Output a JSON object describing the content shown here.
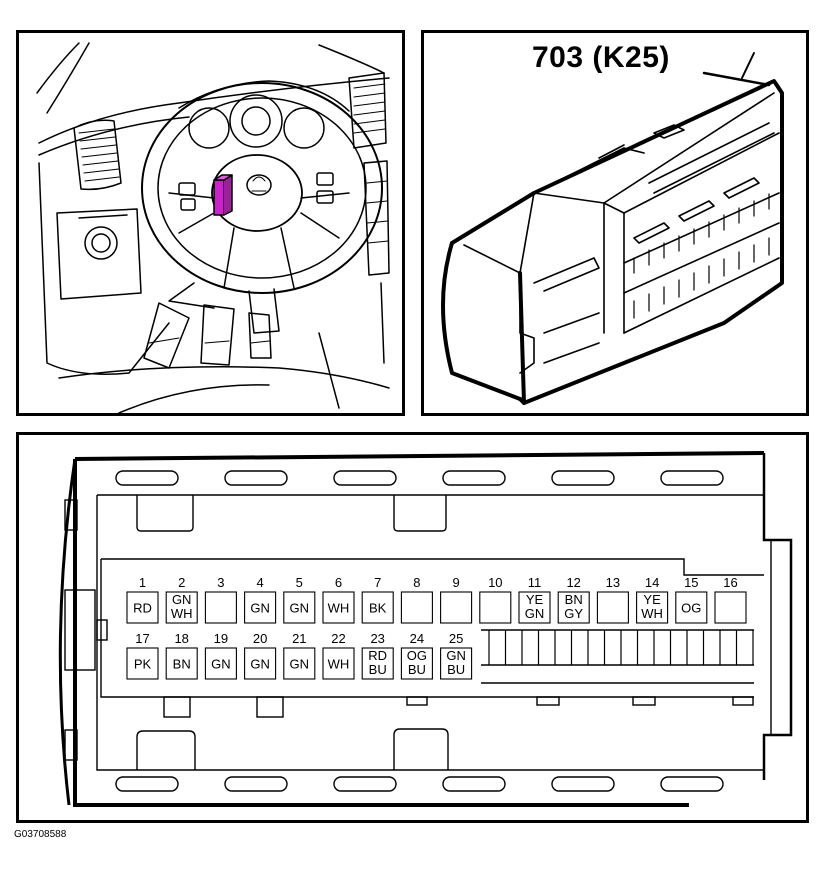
{
  "callout": {
    "label": "703 (K25)"
  },
  "figure_code": "G03708588",
  "dashboard": {
    "highlight_color": "#cc22cc"
  },
  "connector": {
    "row1": [
      {
        "pin": "1",
        "lines": [
          "RD"
        ]
      },
      {
        "pin": "2",
        "lines": [
          "GN",
          "WH"
        ]
      },
      {
        "pin": "3",
        "lines": []
      },
      {
        "pin": "4",
        "lines": [
          "GN"
        ]
      },
      {
        "pin": "5",
        "lines": [
          "GN"
        ]
      },
      {
        "pin": "6",
        "lines": [
          "WH"
        ]
      },
      {
        "pin": "7",
        "lines": [
          "BK"
        ]
      },
      {
        "pin": "8",
        "lines": []
      },
      {
        "pin": "9",
        "lines": []
      },
      {
        "pin": "10",
        "lines": []
      },
      {
        "pin": "11",
        "lines": [
          "YE",
          "GN"
        ]
      },
      {
        "pin": "12",
        "lines": [
          "BN",
          "GY"
        ]
      },
      {
        "pin": "13",
        "lines": []
      },
      {
        "pin": "14",
        "lines": [
          "YE",
          "WH"
        ]
      },
      {
        "pin": "15",
        "lines": [
          "OG"
        ]
      },
      {
        "pin": "16",
        "lines": []
      }
    ],
    "row2": [
      {
        "pin": "17",
        "lines": [
          "PK"
        ]
      },
      {
        "pin": "18",
        "lines": [
          "BN"
        ]
      },
      {
        "pin": "19",
        "lines": [
          "GN"
        ]
      },
      {
        "pin": "20",
        "lines": [
          "GN"
        ]
      },
      {
        "pin": "21",
        "lines": [
          "GN"
        ]
      },
      {
        "pin": "22",
        "lines": [
          "WH"
        ]
      },
      {
        "pin": "23",
        "lines": [
          "RD",
          "BU"
        ]
      },
      {
        "pin": "24",
        "lines": [
          "OG",
          "BU"
        ]
      },
      {
        "pin": "25",
        "lines": [
          "GN",
          "BU"
        ]
      }
    ]
  }
}
